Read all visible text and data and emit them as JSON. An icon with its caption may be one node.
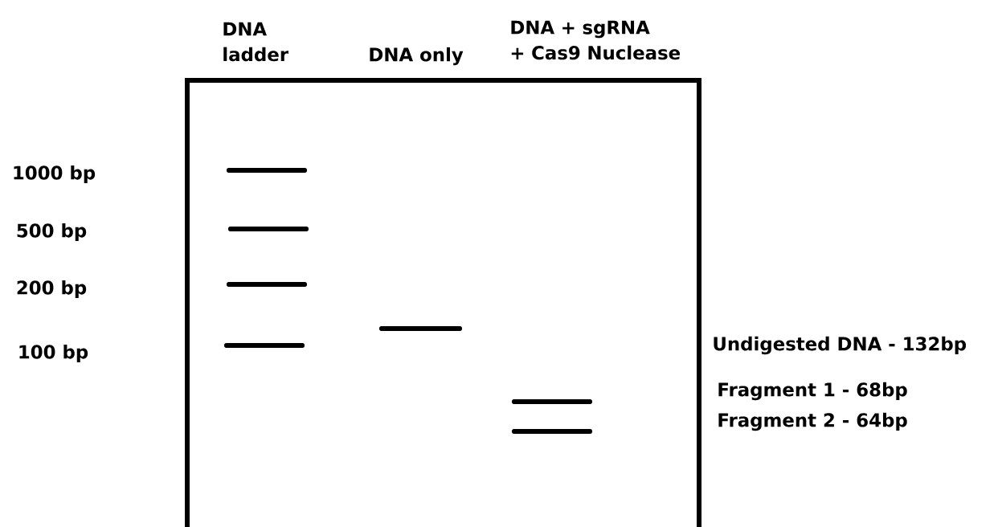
{
  "diagram": {
    "nodes": [
      {
        "text": [],
        "shape": "box"
      },
      {
        "text": [],
        "shape": "bar",
        "in": 0
      },
      {
        "text": [],
        "shape": "bar",
        "in": 0
      },
      {
        "text": [],
        "shape": "bar",
        "in": 0
      },
      {
        "text": [],
        "shape": "bar",
        "in": 0
      },
      {
        "text": [],
        "shape": "bar",
        "in": 0
      },
      {
        "text": [],
        "shape": "bar",
        "in": 0
      },
      {
        "text": [],
        "shape": "bar",
        "in": 0
      }
    ],
    "labels": [
      "DNA ladder",
      "DNA only",
      "DNA + sgRNA + Cas9 Nuclease",
      "1000 bp",
      "500 bp",
      "200 bp",
      "100 bp",
      "Undigested DNA - 132bp",
      "Fragment 1 - 68bp",
      "Fragment 2 - 64bp"
    ]
  }
}
